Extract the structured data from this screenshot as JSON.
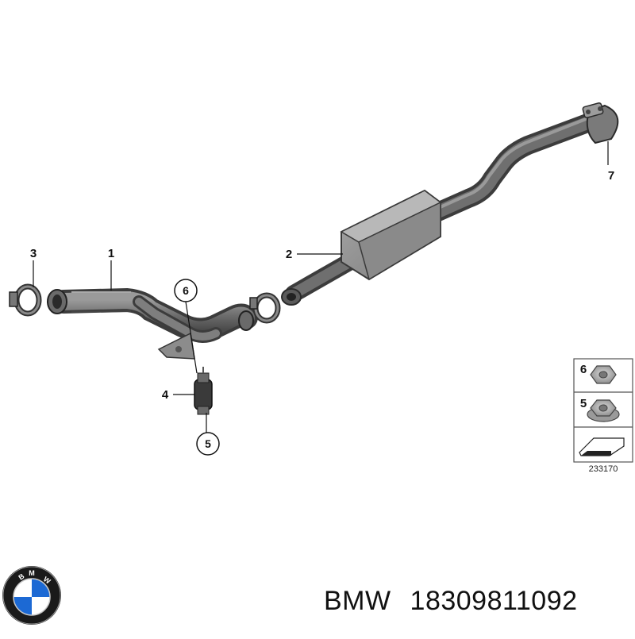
{
  "diagram": {
    "callouts": [
      {
        "id": "1",
        "label": "1"
      },
      {
        "id": "2",
        "label": "2"
      },
      {
        "id": "3",
        "label": "3"
      },
      {
        "id": "4",
        "label": "4"
      },
      {
        "id": "5",
        "label": "5"
      },
      {
        "id": "6",
        "label": "6"
      },
      {
        "id": "7",
        "label": "7"
      }
    ],
    "legend": [
      {
        "label": "6",
        "icon": "flange-nut-icon"
      },
      {
        "label": "5",
        "icon": "flange-nut-icon"
      },
      {
        "label": "",
        "icon": "direction-arrow-icon"
      }
    ],
    "diagram_id": "233170"
  },
  "caption": {
    "brand": "BMW",
    "part_number": "18309811092"
  },
  "logo": {
    "text": "BMW",
    "colors": {
      "ring": "#1a1a1a",
      "blue": "#1c69d4",
      "white": "#ffffff"
    }
  }
}
